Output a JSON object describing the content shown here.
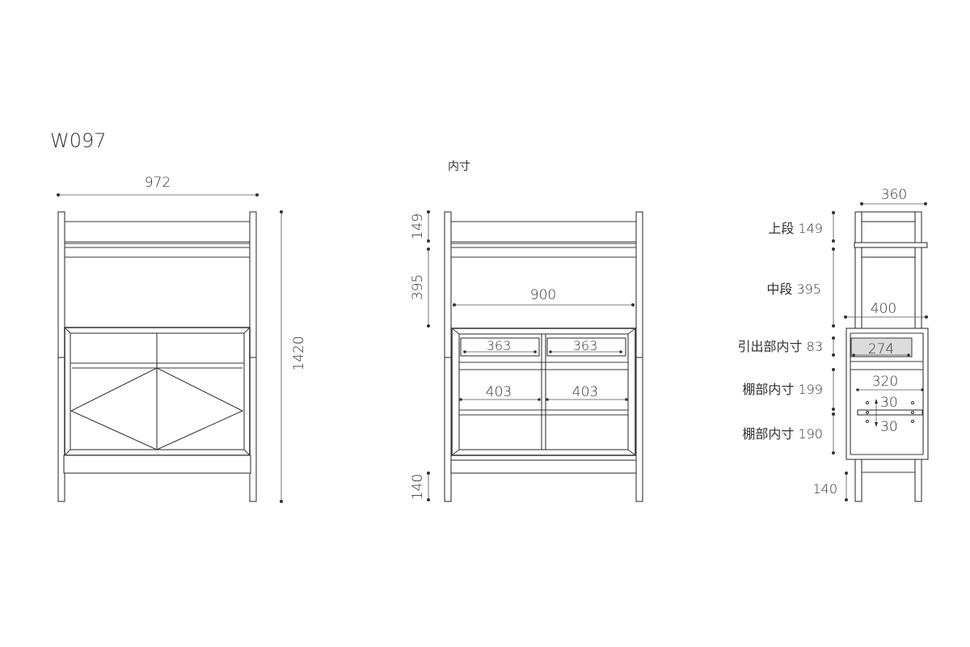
{
  "model": "W097",
  "front": {
    "width": "972",
    "height": "1420"
  },
  "interior": {
    "title": "内寸",
    "top": "149",
    "middle": "395",
    "bottom": "140",
    "inner_width": "900",
    "drawer_left": "363",
    "drawer_right": "363",
    "shelf_left": "403",
    "shelf_right": "403"
  },
  "side": {
    "depth": "360",
    "cabinet_depth": "400",
    "drawer_depth": "274",
    "shelf_depth": "320",
    "shelf_adjust_up": "30",
    "shelf_adjust_down": "30",
    "labels": {
      "upper": "上段 149",
      "middle": "中段 395",
      "drawer": "引出部内寸 83",
      "shelf_upper": "棚部内寸 199",
      "shelf_lower": "棚部内寸 190",
      "bottom": "140"
    }
  },
  "colors": {
    "line": "#3a3a3a",
    "drawer_highlight": "#dcdcdc"
  }
}
